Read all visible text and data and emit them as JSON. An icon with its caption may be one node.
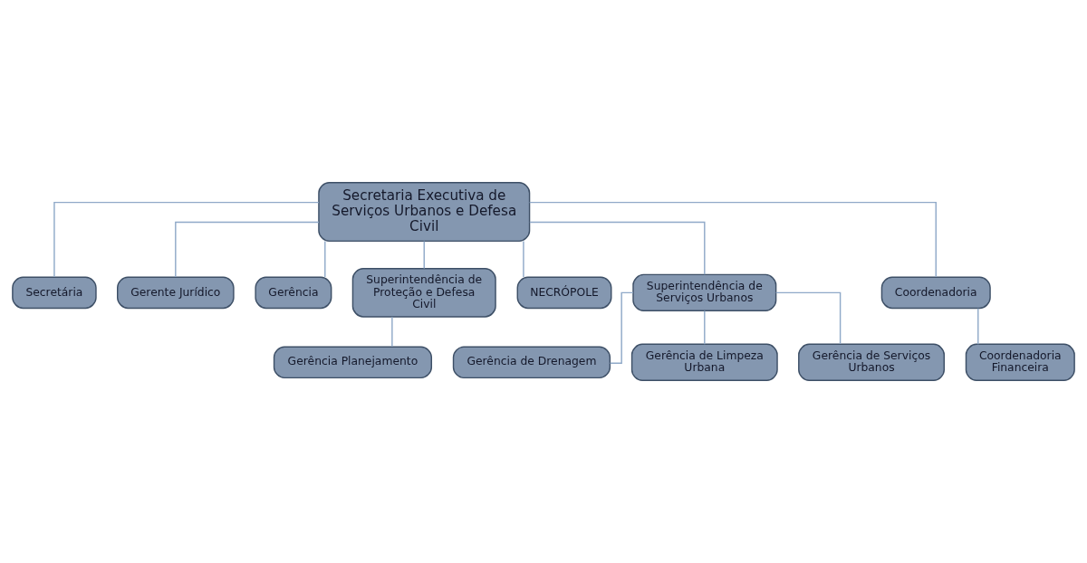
{
  "diagram": {
    "nodes": [
      {
        "text": [
          "Secretaria Executiva de Serviços Urbanos e Defesa Civil"
        ]
      },
      {
        "text": [
          "Secretária"
        ]
      },
      {
        "text": [
          "Gerente Jurídico"
        ]
      },
      {
        "text": [
          "Gerência"
        ]
      },
      {
        "text": [
          "Superintendência de Proteção e Defesa Civil"
        ]
      },
      {
        "text": [
          "NECRÓPOLE"
        ]
      },
      {
        "text": [
          "Superintendência de Serviços Urbanos"
        ]
      },
      {
        "text": [
          "Gerência Planejamento"
        ]
      },
      {
        "text": [
          "Coordenadoria"
        ]
      },
      {
        "text": [
          "Gerência de Drenagem"
        ]
      },
      {
        "text": [
          "Gerência de Limpeza Urbana"
        ]
      },
      {
        "text": [
          "Gerência de Serviços Urbanos"
        ]
      },
      {
        "text": [
          "Coordenadoria Financeira"
        ]
      }
    ],
    "edges": [
      {
        "from": 0,
        "to": 1,
        "arrow": "none"
      },
      {
        "from": 0,
        "to": 2,
        "arrow": "none"
      },
      {
        "from": 0,
        "to": 3,
        "arrow": "none"
      },
      {
        "from": 0,
        "to": 4,
        "arrow": "none"
      },
      {
        "from": 0,
        "to": 5,
        "arrow": "none"
      },
      {
        "from": 0,
        "to": 6,
        "arrow": "none"
      },
      {
        "from": 4,
        "to": 7,
        "arrow": "none"
      },
      {
        "from": 0,
        "to": 8,
        "arrow": "none"
      },
      {
        "from": 6,
        "to": 9,
        "arrow": "none"
      },
      {
        "from": 6,
        "to": 10,
        "arrow": "none"
      },
      {
        "from": 6,
        "to": 11,
        "arrow": "none"
      },
      {
        "from": 8,
        "to": 12,
        "arrow": "none"
      }
    ]
  }
}
